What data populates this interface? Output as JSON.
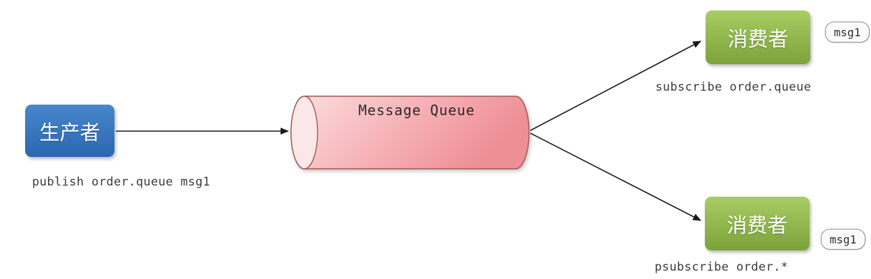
{
  "producer": {
    "label": "生产者",
    "caption": "publish order.queue msg1"
  },
  "queue": {
    "label": "Message Queue"
  },
  "consumers": [
    {
      "label": "消费者",
      "caption": "subscribe order.queue",
      "badge": "msg1"
    },
    {
      "label": "消费者",
      "caption": "psubscribe order.*",
      "badge": "msg1"
    }
  ],
  "colors": {
    "producer_top": "#4887cc",
    "producer_bottom": "#2a67b0",
    "consumer_top": "#a9cd64",
    "consumer_bottom": "#7ca23a",
    "queue_light": "#fcdfdf",
    "queue_mid": "#f6b0b5",
    "queue_dark": "#ee8e95",
    "queue_cap": "#fbe7e8",
    "queue_border": "#a25757",
    "arrow": "#1a1a1a",
    "badge_bg": "#fbfbfb",
    "badge_border": "#8f8f8f",
    "caption_text": "#3a3a3a",
    "node_text": "#ffffff"
  }
}
